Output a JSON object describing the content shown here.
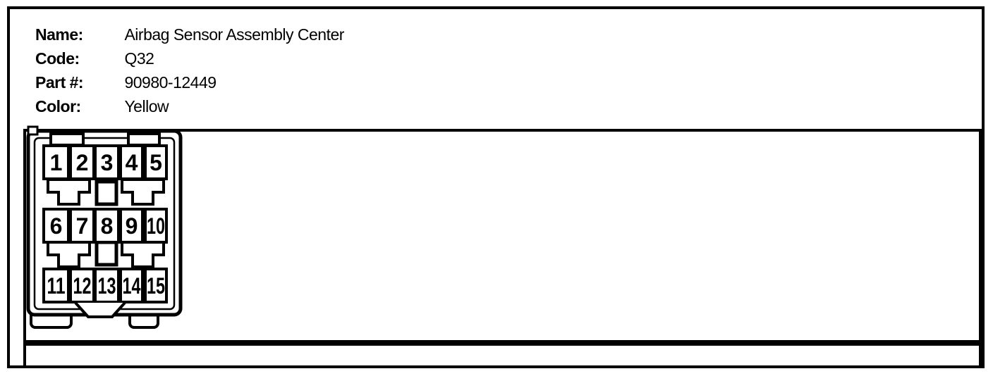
{
  "colors": {
    "line": "#000000",
    "background": "#ffffff"
  },
  "header": {
    "rows": [
      {
        "label": "Name:",
        "value": "Airbag Sensor Assembly Center"
      },
      {
        "label": "Code:",
        "value": "Q32"
      },
      {
        "label": "Part #:",
        "value": "90980-12449"
      },
      {
        "label": "Color:",
        "value": "Yellow"
      }
    ]
  },
  "connector": {
    "description": "15-pin connector face view",
    "pin_rows": [
      [
        "1",
        "2",
        "3",
        "4",
        "5"
      ],
      [
        "6",
        "7",
        "8",
        "9",
        "10"
      ],
      [
        "11",
        "12",
        "13",
        "14",
        "15"
      ]
    ]
  }
}
